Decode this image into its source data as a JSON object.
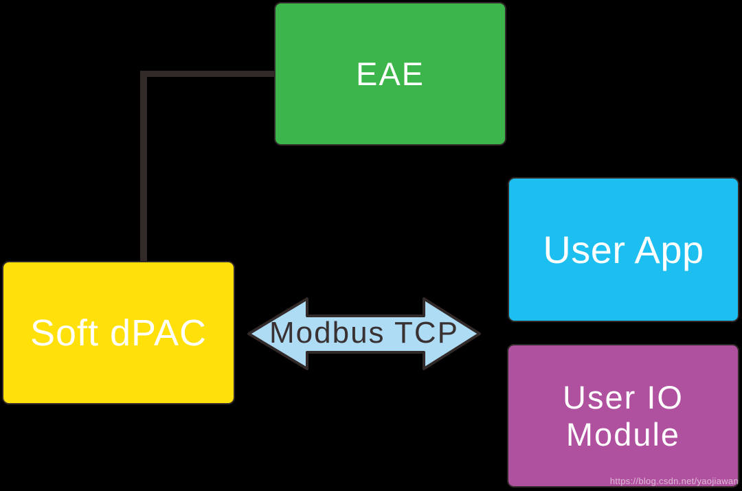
{
  "nodes": {
    "eae": {
      "label": "EAE",
      "color": "#3CB54A"
    },
    "soft_dpac": {
      "label": "Soft dPAC",
      "color": "#FFE008"
    },
    "user_app": {
      "label": "User App",
      "color": "#1CBFEF"
    },
    "user_io_module": {
      "label": "User IO Module",
      "lines": [
        "User IO",
        "Module"
      ],
      "color": "#AF519E"
    }
  },
  "connection": {
    "label": "Modbus TCP",
    "type": "double-headed-arrow"
  },
  "watermark": {
    "text": "https://blog.csdn.net/yaojiawan"
  },
  "colors": {
    "background": "#000000",
    "node-eae": "#3CB54A",
    "node-soft-dpac": "#FFE008",
    "node-user-app": "#1CBFEF",
    "node-user-io": "#AF519E",
    "arrow-fill": "#AEDCF4",
    "outline-dark": "#322A29",
    "label-light": "#FFFFFF",
    "label-dark": "#3A3132",
    "watermark-color": "rgba(255,255,255,0.6)"
  }
}
